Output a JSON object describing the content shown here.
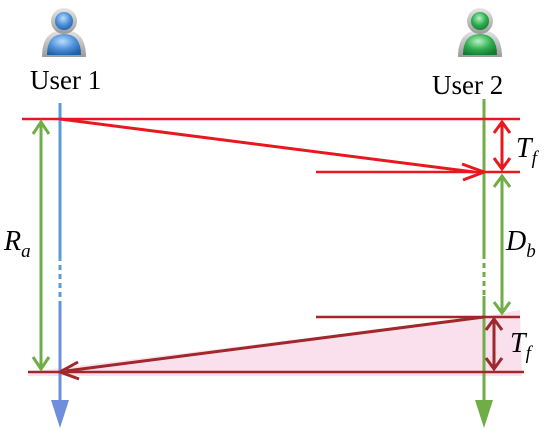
{
  "users": {
    "left": {
      "label": "User 1",
      "icon": "user-icon",
      "color": "#4a90d9"
    },
    "right": {
      "label": "User 2",
      "icon": "user-icon",
      "color": "#2fae4f"
    }
  },
  "intervals": {
    "ra": {
      "main": "R",
      "sub": "a"
    },
    "tf_top": {
      "main": "T",
      "sub": "f"
    },
    "db": {
      "main": "D",
      "sub": "b"
    },
    "tf_bottom": {
      "main": "T",
      "sub": "f"
    }
  },
  "colors": {
    "user1_line": "#5b9bd5",
    "user1_arrow": "#6f8fdc",
    "user2_line": "#70ad47",
    "forward_signal": "#e8181e",
    "return_signal": "#a0282c",
    "interval_arrow": "#70ad47",
    "highlight": "#f4c6dd"
  }
}
